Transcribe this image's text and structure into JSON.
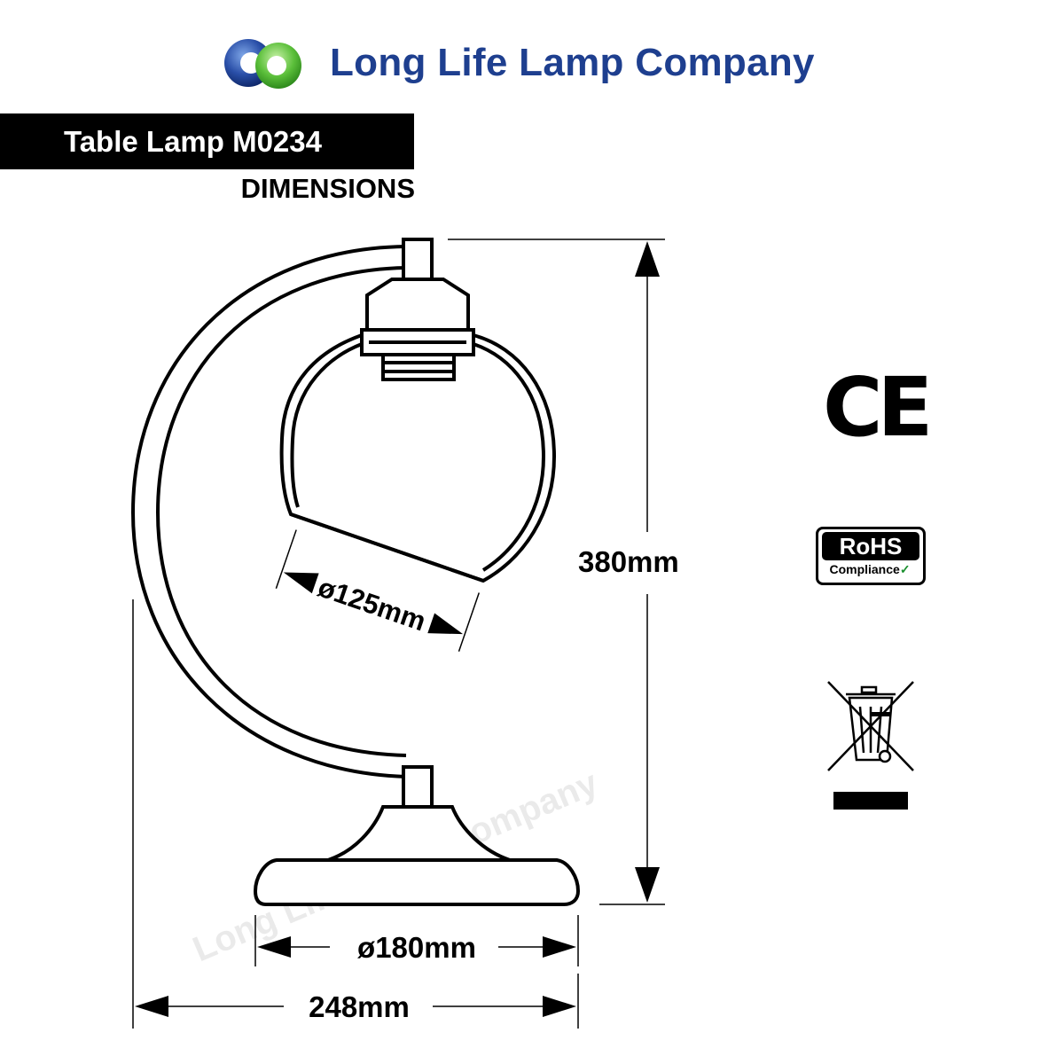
{
  "header": {
    "company_name": "Long Life Lamp Company",
    "logo_colors": {
      "blue": "#1e3f8f",
      "green": "#5bbf3a"
    }
  },
  "product": {
    "title": "Table Lamp M0234",
    "subtitle": "DIMENSIONS"
  },
  "dimensions": {
    "height": "380mm",
    "shade_diameter": "ø125mm",
    "base_diameter": "ø180mm",
    "total_width": "248mm"
  },
  "certifications": {
    "ce_mark": "CE",
    "rohs_title": "RoHS",
    "rohs_subtitle": "Compliance",
    "weee_icon": "crossed-out-wheelie-bin-icon"
  },
  "watermark": "Long Life Lamp Company"
}
